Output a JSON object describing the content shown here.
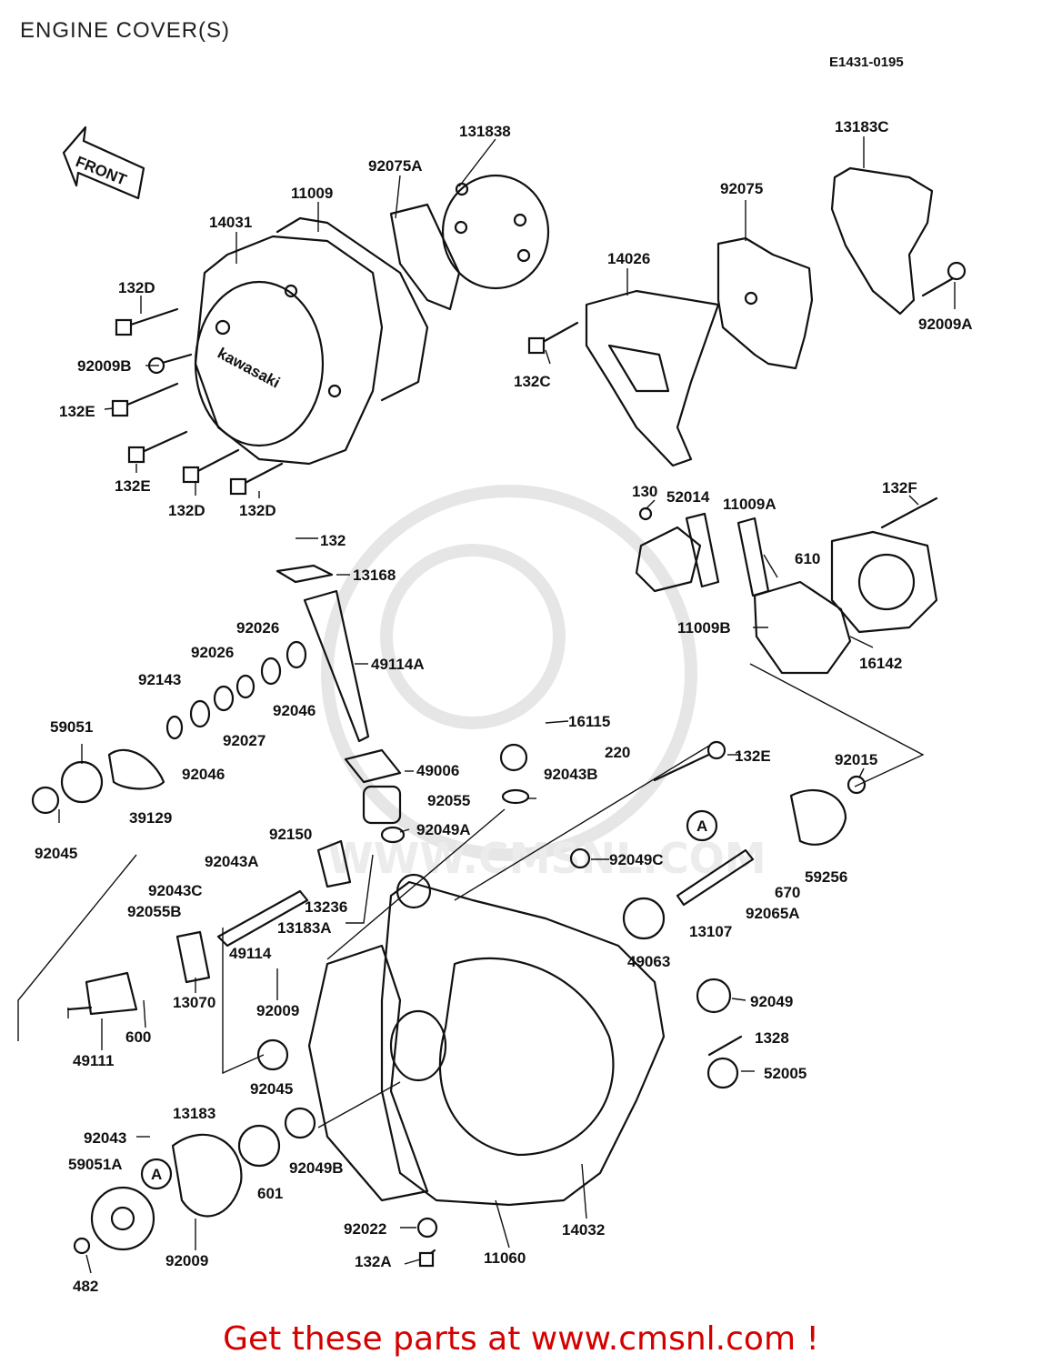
{
  "page": {
    "title": "ENGINE COVER(S)",
    "diagram_code": "E1431-0195",
    "front_arrow_text": "FRONT",
    "brand_text": "kawasaki",
    "watermark_text": "WWW.CMSNL.COM",
    "promo_text": "Get these parts at www.cmsnl.com !"
  },
  "callouts": [
    "131838",
    "92075A",
    "11009",
    "14031",
    "132D",
    "92009B",
    "132E",
    "132E",
    "132D",
    "132D",
    "13183C",
    "92075",
    "14026",
    "132C",
    "92009A",
    "130",
    "52014",
    "11009A",
    "132F",
    "610",
    "11009B",
    "16142",
    "132",
    "13168",
    "92026",
    "92026",
    "49114A",
    "92143",
    "92046",
    "92027",
    "59051",
    "92046",
    "16115",
    "220",
    "132E",
    "92015",
    "49006",
    "92043B",
    "92055",
    "39129",
    "92049A",
    "92045",
    "92150",
    "92043A",
    "A",
    "92049C",
    "59256",
    "92043C",
    "13236",
    "670",
    "92055B",
    "13183A",
    "92065A",
    "13107",
    "49114",
    "13070",
    "49063",
    "600",
    "92009",
    "49111",
    "92049",
    "1328",
    "92045",
    "52005",
    "13183",
    "92043",
    "59051A",
    "A",
    "92049B",
    "601",
    "92022",
    "14032",
    "482",
    "92009",
    "132A",
    "11060"
  ]
}
